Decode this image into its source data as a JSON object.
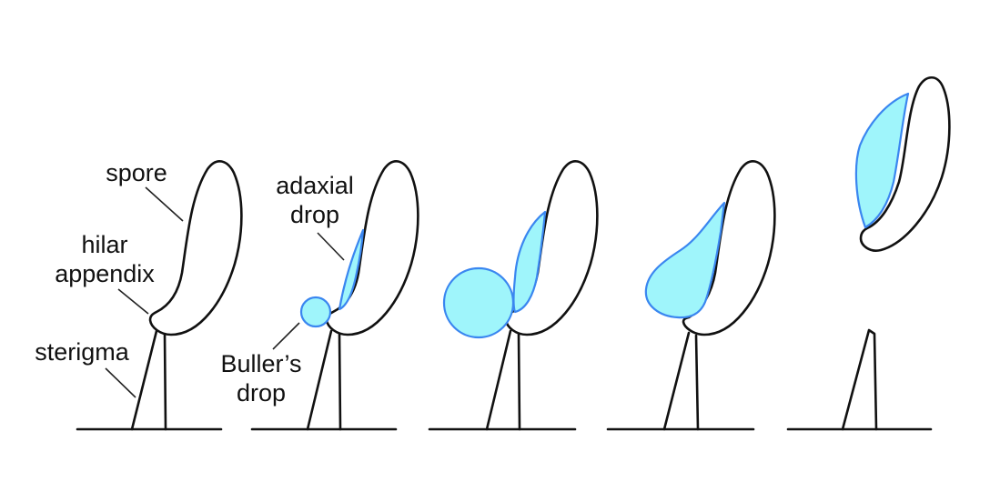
{
  "diagram": {
    "type": "ballistospore discharge sequence",
    "panels": 5,
    "colors": {
      "outline": "#111111",
      "drop_fill": "#9ff5fb",
      "drop_stroke": "#3a86f0",
      "background": "#ffffff"
    },
    "labels": {
      "spore": "spore",
      "hilar_line1": "hilar",
      "hilar_line2": "appendix",
      "sterigma": "sterigma",
      "adaxial_line1": "adaxial",
      "adaxial_line2": "drop",
      "buller_line1": "Buller’s",
      "buller_line2": "drop"
    },
    "stages": [
      {
        "id": 1,
        "description": "spore on sterigma with labeled parts"
      },
      {
        "id": 2,
        "description": "Buller's drop and adaxial drop begin to form"
      },
      {
        "id": 3,
        "description": "Buller's drop enlarges next to adaxial drop"
      },
      {
        "id": 4,
        "description": "drops coalesce into one mass"
      },
      {
        "id": 5,
        "description": "spore discharged from sterigma"
      }
    ]
  }
}
